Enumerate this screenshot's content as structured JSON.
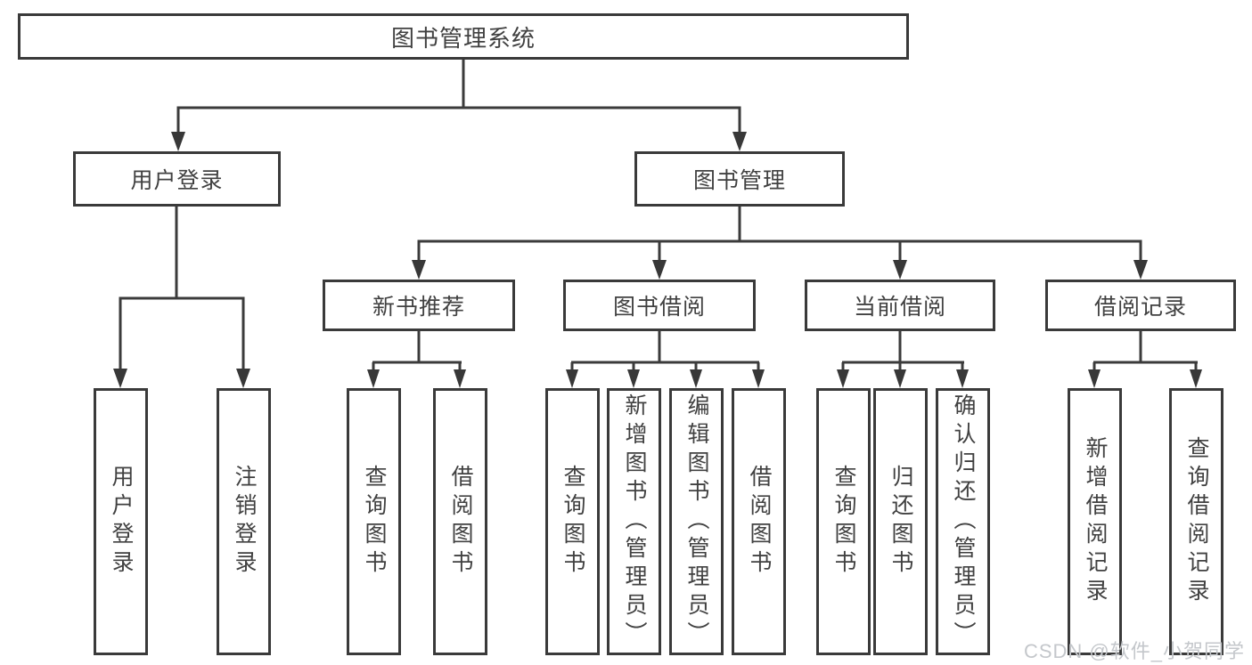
{
  "tree": {
    "root": {
      "label": "图书管理系统",
      "children": [
        {
          "label": "用户登录",
          "children": [
            {
              "label": "用户登录"
            },
            {
              "label": "注销登录"
            }
          ]
        },
        {
          "label": "图书管理",
          "children": [
            {
              "label": "新书推荐",
              "children": [
                {
                  "label": "查询图书"
                },
                {
                  "label": "借阅图书"
                }
              ]
            },
            {
              "label": "图书借阅",
              "children": [
                {
                  "label": "查询图书"
                },
                {
                  "label": "新增图书（管理员）"
                },
                {
                  "label": "编辑图书（管理员）"
                },
                {
                  "label": "借阅图书"
                }
              ]
            },
            {
              "label": "当前借阅",
              "children": [
                {
                  "label": "查询图书"
                },
                {
                  "label": "归还图书"
                },
                {
                  "label": "确认归还（管理员）"
                }
              ]
            },
            {
              "label": "借阅记录",
              "children": [
                {
                  "label": "新增借阅记录"
                },
                {
                  "label": "查询借阅记录"
                }
              ]
            }
          ]
        }
      ]
    }
  },
  "watermark": {
    "text": "CSDN @软件_小贺同学"
  },
  "colors": {
    "line": "#3b3b3b",
    "box_border": "#3a3a3a",
    "text": "#414141",
    "background": "#ffffff",
    "watermark": "#c4c7cb"
  }
}
